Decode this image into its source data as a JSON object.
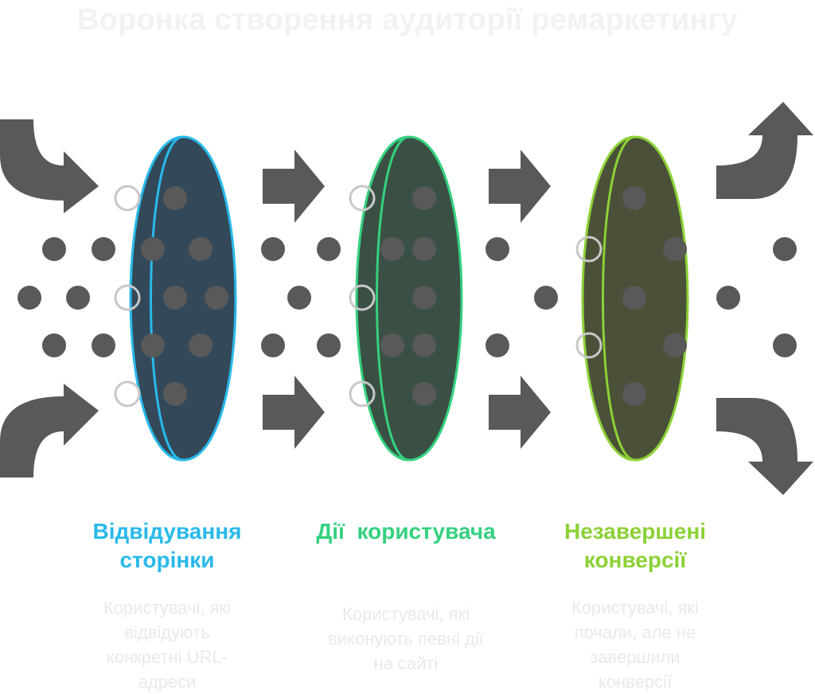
{
  "title": "Воронка створення аудиторії ремаркетингу",
  "colors": {
    "stage1": "#29b9ea",
    "stage2": "#34d17f",
    "stage3": "#8cd136",
    "ring_fill_1": "#33495a",
    "ring_fill_2": "#3a5045",
    "ring_fill_3": "#4a5138",
    "dots": "#595959",
    "arrows": "#595959",
    "hollow_dot_stroke": "#c8c8c8",
    "description_text": "#e9e9e9",
    "title_text": "#f2f2f2"
  },
  "icons": {
    "incoming": "curved-arrow-icon",
    "between": "right-arrow-icon",
    "outgoing": "curved-arrow-icon"
  },
  "stages": [
    {
      "title_lines": [
        "Відвідування",
        "сторінки"
      ],
      "desc_lines": [
        "Користувачі, які",
        "відвідують",
        "конкретні URL-",
        "адреси"
      ]
    },
    {
      "title_lines": [
        "Дії  користувача"
      ],
      "desc_lines": [
        "Користувачі, які",
        "виконують певні дії",
        "на сайті"
      ]
    },
    {
      "title_lines": [
        "Незавершені",
        "конверсії"
      ],
      "desc_lines": [
        "Користувачі, які",
        "почали, але не",
        "завершили",
        "конверсії"
      ]
    }
  ]
}
